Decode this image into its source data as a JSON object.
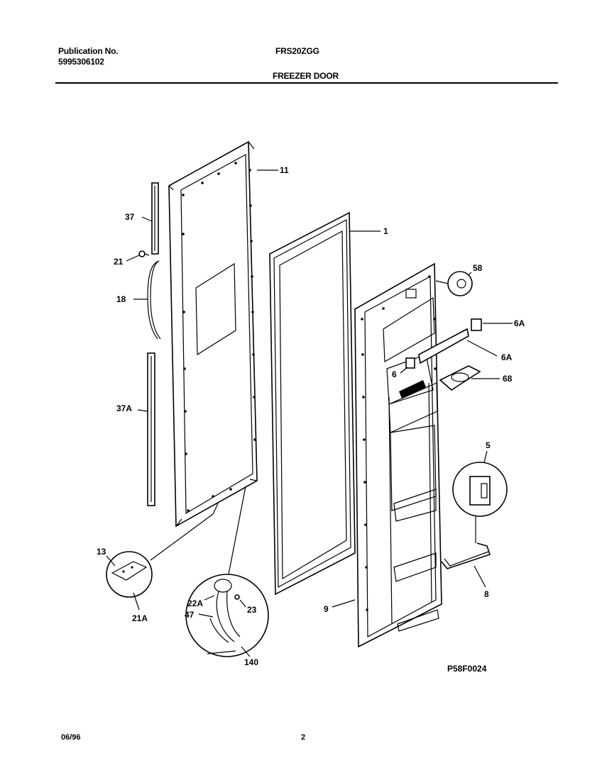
{
  "header": {
    "publication_label": "Publication No.",
    "publication_number": "5995306102",
    "model": "FRS20ZGG",
    "section_title": "FREEZER DOOR"
  },
  "diagram": {
    "part_labels": {
      "p11": "11",
      "p1": "1",
      "p37": "37",
      "p21": "21",
      "p18": "18",
      "p37a": "37A",
      "p58": "58",
      "p6a_top": "6A",
      "p6a_mid": "6A",
      "p6": "6",
      "p68": "68",
      "p5": "5",
      "p8": "8",
      "p9": "9",
      "p13": "13",
      "p21a": "21A",
      "p22a": "22A",
      "p47": "47",
      "p23": "23",
      "p140": "140"
    },
    "drawing_code": "P58F0024"
  },
  "footer": {
    "date": "06/96",
    "page_number": "2"
  }
}
